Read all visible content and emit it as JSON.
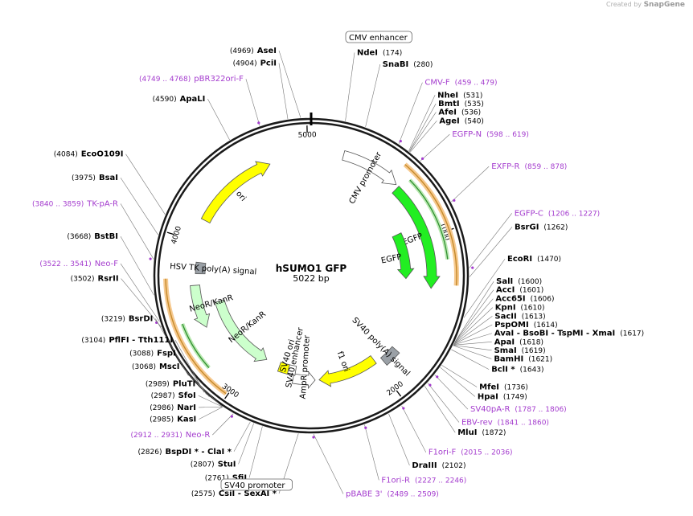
{
  "credit": {
    "prefix": "Created by",
    "brand": "SnapGene"
  },
  "plasmid": {
    "name": "hSUMO1 GFP",
    "size": "5022 bp",
    "bp": 5022
  },
  "ticks": [
    "1000",
    "2000",
    "3000",
    "4000",
    "5000"
  ],
  "colors": {
    "enzyme": "#000000",
    "primer": "#a43cce",
    "ring": "#1a1a1a",
    "leader": "#777777"
  },
  "sites": [
    {
      "pos": "(4969)",
      "name": "AseI",
      "bp": 4969,
      "kind": "enzyme"
    },
    {
      "pos": "(4904)",
      "name": "PciI",
      "bp": 4904,
      "kind": "enzyme"
    },
    {
      "pos": "(4749 .. 4768)",
      "name": "pBR322ori-F",
      "bp": 4758,
      "kind": "primer"
    },
    {
      "pos": "(4590)",
      "name": "ApaLI",
      "bp": 4590,
      "kind": "enzyme"
    },
    {
      "pos": "(4084)",
      "name": "EcoO109I",
      "bp": 4084,
      "kind": "enzyme"
    },
    {
      "pos": "(3975)",
      "name": "BsaI",
      "bp": 3975,
      "kind": "enzyme"
    },
    {
      "pos": "(3840 .. 3859)",
      "name": "TK-pA-R",
      "bp": 3850,
      "kind": "primer"
    },
    {
      "pos": "(3668)",
      "name": "BstBI",
      "bp": 3668,
      "kind": "enzyme"
    },
    {
      "pos": "(3522 .. 3541)",
      "name": "Neo-F",
      "bp": 3531,
      "kind": "primer"
    },
    {
      "pos": "(3502)",
      "name": "RsrII",
      "bp": 3502,
      "kind": "enzyme"
    },
    {
      "pos": "(3219)",
      "name": "BsrDI",
      "bp": 3219,
      "kind": "enzyme"
    },
    {
      "pos": "(3104)",
      "name": "PflFI - Tth111I",
      "bp": 3104,
      "kind": "enzyme"
    },
    {
      "pos": "(3088)",
      "name": "FspI",
      "bp": 3088,
      "kind": "enzyme"
    },
    {
      "pos": "(3068)",
      "name": "MscI",
      "bp": 3068,
      "kind": "enzyme"
    },
    {
      "pos": "(2989)",
      "name": "PluTI",
      "bp": 2989,
      "kind": "enzyme"
    },
    {
      "pos": "(2987)",
      "name": "SfoI",
      "bp": 2987,
      "kind": "enzyme"
    },
    {
      "pos": "(2986)",
      "name": "NarI",
      "bp": 2986,
      "kind": "enzyme"
    },
    {
      "pos": "(2985)",
      "name": "KasI",
      "bp": 2985,
      "kind": "enzyme"
    },
    {
      "pos": "(2912 .. 2931)",
      "name": "Neo-R",
      "bp": 2921,
      "kind": "primer"
    },
    {
      "pos": "(2826)",
      "name": "BspDI * - ClaI *",
      "bp": 2826,
      "kind": "enzyme"
    },
    {
      "pos": "(2807)",
      "name": "StuI",
      "bp": 2807,
      "kind": "enzyme"
    },
    {
      "pos": "(2761)",
      "name": "SfiI",
      "bp": 2761,
      "kind": "enzyme"
    },
    {
      "pos": "(2575)",
      "name": "CsiI - SexAI *",
      "bp": 2575,
      "kind": "enzyme"
    },
    {
      "pos": "(2489 .. 2509)",
      "name": "pBABE 3'",
      "bp": 2499,
      "kind": "primer"
    },
    {
      "pos": "(2227 .. 2246)",
      "name": "F1ori-R",
      "bp": 2236,
      "kind": "primer"
    },
    {
      "pos": "(2102)",
      "name": "DraIII",
      "bp": 2102,
      "kind": "enzyme"
    },
    {
      "pos": "(2015 .. 2036)",
      "name": "F1ori-F",
      "bp": 2025,
      "kind": "primer"
    },
    {
      "pos": "(1872)",
      "name": "MluI",
      "bp": 1872,
      "kind": "enzyme"
    },
    {
      "pos": "(1841 .. 1860)",
      "name": "EBV-rev",
      "bp": 1850,
      "kind": "primer"
    },
    {
      "pos": "(1787 .. 1806)",
      "name": "SV40pA-R",
      "bp": 1796,
      "kind": "primer"
    },
    {
      "pos": "(1749)",
      "name": "HpaI",
      "bp": 1749,
      "kind": "enzyme"
    },
    {
      "pos": "(1736)",
      "name": "MfeI",
      "bp": 1736,
      "kind": "enzyme"
    },
    {
      "pos": "(1643)",
      "name": "BclI *",
      "bp": 1643,
      "kind": "enzyme"
    },
    {
      "pos": "(1621)",
      "name": "BamHI",
      "bp": 1621,
      "kind": "enzyme"
    },
    {
      "pos": "(1619)",
      "name": "SmaI",
      "bp": 1619,
      "kind": "enzyme"
    },
    {
      "pos": "(1618)",
      "name": "ApaI",
      "bp": 1618,
      "kind": "enzyme"
    },
    {
      "pos": "(1617)",
      "name": "AvaI - BsoBI - TspMI - XmaI",
      "bp": 1617,
      "kind": "enzyme"
    },
    {
      "pos": "(1614)",
      "name": "PspOMI",
      "bp": 1614,
      "kind": "enzyme"
    },
    {
      "pos": "(1613)",
      "name": "SacII",
      "bp": 1613,
      "kind": "enzyme"
    },
    {
      "pos": "(1610)",
      "name": "KpnI",
      "bp": 1610,
      "kind": "enzyme"
    },
    {
      "pos": "(1606)",
      "name": "Acc65I",
      "bp": 1606,
      "kind": "enzyme"
    },
    {
      "pos": "(1601)",
      "name": "AccI",
      "bp": 1601,
      "kind": "enzyme"
    },
    {
      "pos": "(1600)",
      "name": "SalI",
      "bp": 1600,
      "kind": "enzyme"
    },
    {
      "pos": "(1470)",
      "name": "EcoRI",
      "bp": 1470,
      "kind": "enzyme"
    },
    {
      "pos": "(1262)",
      "name": "BsrGI",
      "bp": 1262,
      "kind": "enzyme"
    },
    {
      "pos": "(1206 .. 1227)",
      "name": "EGFP-C",
      "bp": 1216,
      "kind": "primer"
    },
    {
      "pos": "(859 .. 878)",
      "name": "EXFP-R",
      "bp": 868,
      "kind": "primer"
    },
    {
      "pos": "(598 .. 619)",
      "name": "EGFP-N",
      "bp": 608,
      "kind": "primer"
    },
    {
      "pos": "(540)",
      "name": "AgeI",
      "bp": 540,
      "kind": "enzyme"
    },
    {
      "pos": "(536)",
      "name": "AfeI",
      "bp": 536,
      "kind": "enzyme"
    },
    {
      "pos": "(535)",
      "name": "BmtI",
      "bp": 535,
      "kind": "enzyme"
    },
    {
      "pos": "(531)",
      "name": "NheI",
      "bp": 531,
      "kind": "enzyme"
    },
    {
      "pos": "(459 .. 479)",
      "name": "CMV-F",
      "bp": 469,
      "kind": "primer"
    },
    {
      "pos": "(280)",
      "name": "SnaBI",
      "bp": 280,
      "kind": "enzyme"
    },
    {
      "pos": "(174)",
      "name": "NdeI",
      "bp": 174,
      "kind": "enzyme"
    }
  ],
  "boxed_labels": [
    "CMV enhancer",
    "SV40 promoter"
  ],
  "features": [
    {
      "name": "CMV promoter",
      "start": 210,
      "end": 600,
      "color": "#ffffff",
      "dir": 1
    },
    {
      "name": "EGFP",
      "start": 620,
      "end": 1340,
      "color": "#22ee22",
      "dir": 1
    },
    {
      "name": "EGFP",
      "start": 900,
      "end": 1280,
      "color": "#22ee22",
      "dir": 1
    },
    {
      "name": "SV40 poly(A) signal",
      "start": 1830,
      "end": 1950,
      "color": "#9aa0a6",
      "dir": 0
    },
    {
      "name": "f1 ori",
      "start": 2000,
      "end": 2450,
      "color": "#ffff00",
      "dir": 1
    },
    {
      "name": "AmpR promoter",
      "start": 2480,
      "end": 2650,
      "color": "#ffffff",
      "dir": -1
    },
    {
      "name": "SV40 ori",
      "start": 2700,
      "end": 2780,
      "color": "#ffff00",
      "dir": 0
    },
    {
      "name": "SV40 enhancer",
      "start": 2640,
      "end": 2700,
      "color": "#ffffff",
      "dir": 0
    },
    {
      "name": "NeoR/KanR",
      "start": 2900,
      "end": 3550,
      "color": "#ccffcc",
      "dir": -1
    },
    {
      "name": "NeoR/KanR",
      "start": 3400,
      "end": 3700,
      "color": "#ccffcc",
      "dir": -1
    },
    {
      "name": "HSV TK poly(A) signal",
      "start": 3780,
      "end": 3860,
      "color": "#9aa0a6",
      "dir": 0
    },
    {
      "name": "ori",
      "start": 4150,
      "end": 4740,
      "color": "#ffff00",
      "dir": 1
    }
  ],
  "inner_labels": [
    "CMV promoter",
    "EGFP",
    "EGFP",
    "SV40 poly(A) signal",
    "f1 ori",
    "AmpR promoter",
    "SV40 ori",
    "SV40 enhancer",
    "NeoR/KanR",
    "NeoR/KanR",
    "HSV TK poly(A) signal",
    "ori"
  ]
}
